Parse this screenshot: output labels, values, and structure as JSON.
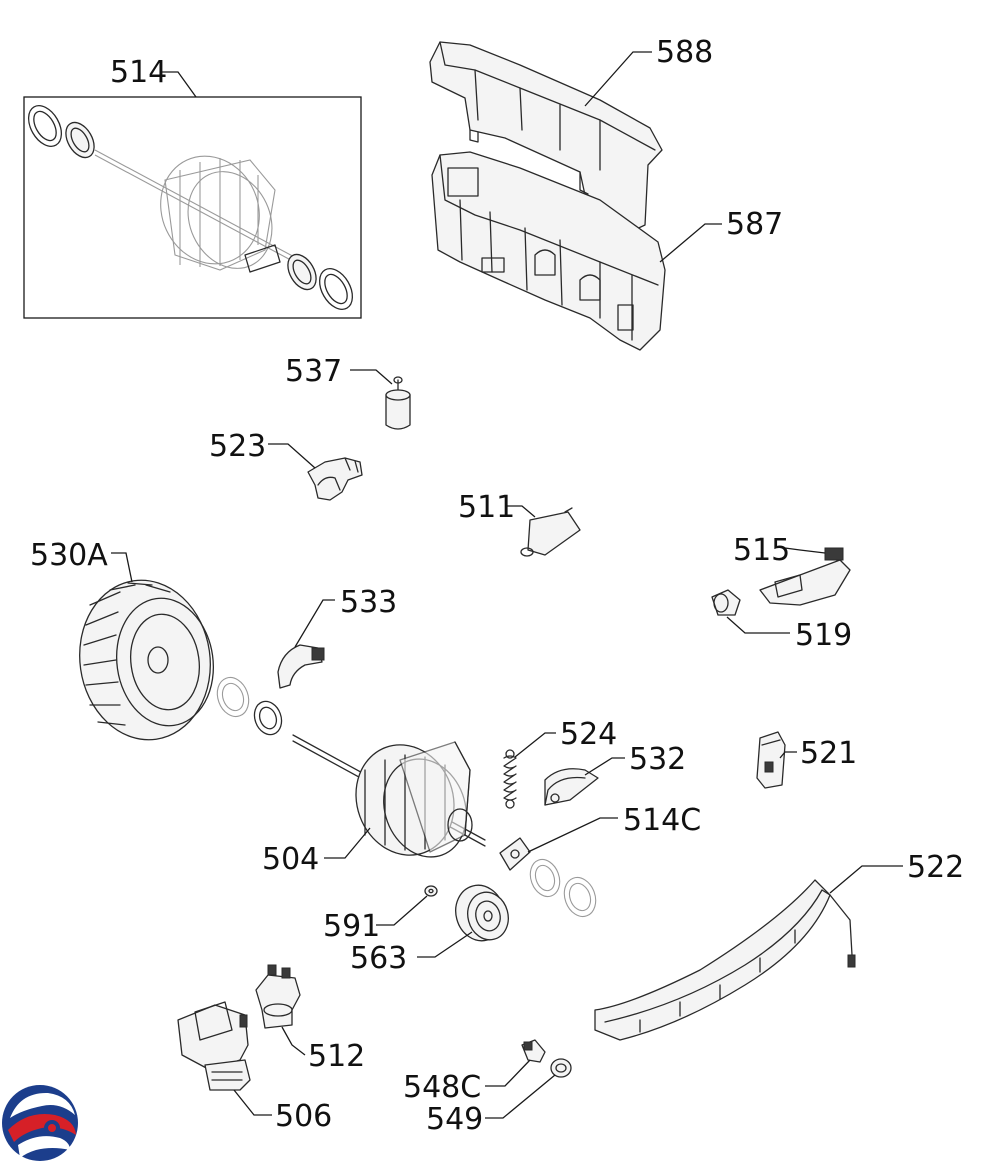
{
  "diagram": {
    "callouts": [
      {
        "id": "514",
        "label": "514"
      },
      {
        "id": "588",
        "label": "588"
      },
      {
        "id": "587",
        "label": "587"
      },
      {
        "id": "537",
        "label": "537"
      },
      {
        "id": "523",
        "label": "523"
      },
      {
        "id": "511",
        "label": "511"
      },
      {
        "id": "530A",
        "label": "530A"
      },
      {
        "id": "533",
        "label": "533"
      },
      {
        "id": "515",
        "label": "515"
      },
      {
        "id": "519",
        "label": "519"
      },
      {
        "id": "524",
        "label": "524"
      },
      {
        "id": "532",
        "label": "532"
      },
      {
        "id": "521",
        "label": "521"
      },
      {
        "id": "514C",
        "label": "514C"
      },
      {
        "id": "504",
        "label": "504"
      },
      {
        "id": "522",
        "label": "522"
      },
      {
        "id": "591",
        "label": "591"
      },
      {
        "id": "563",
        "label": "563"
      },
      {
        "id": "512",
        "label": "512"
      },
      {
        "id": "548C",
        "label": "548C"
      },
      {
        "id": "506",
        "label": "506"
      },
      {
        "id": "549",
        "label": "549"
      }
    ]
  },
  "logo": {
    "icon": "brand-swirl-logo",
    "colors": {
      "primary": "#1c3e8c",
      "accent": "#d62027"
    }
  }
}
